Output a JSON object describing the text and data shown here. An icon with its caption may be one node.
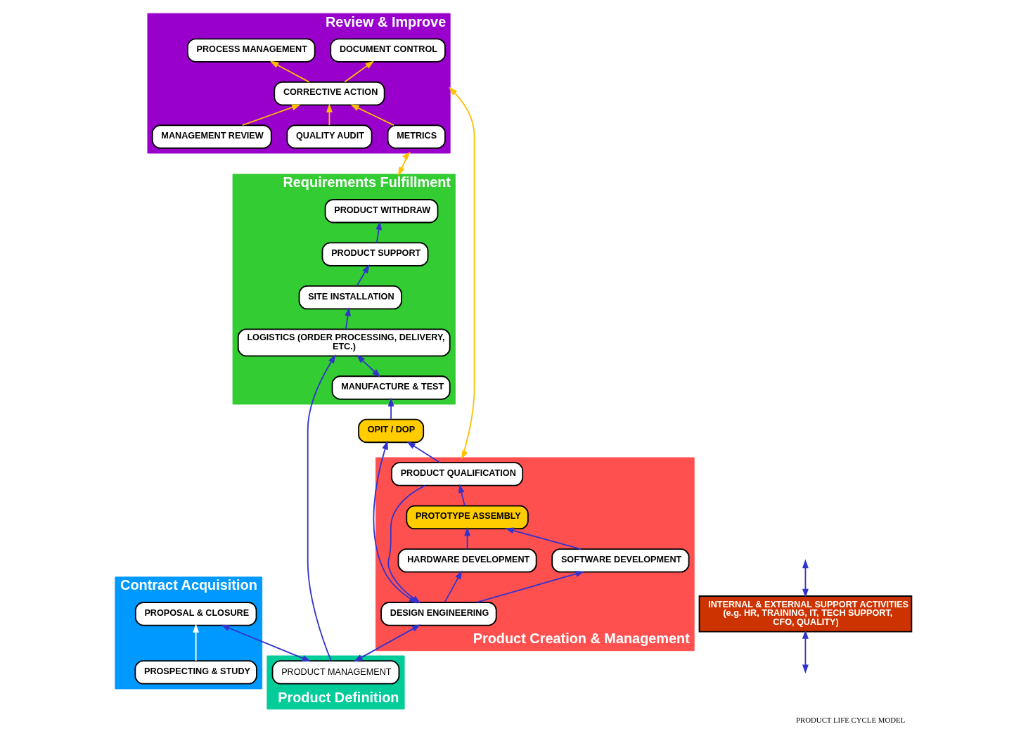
{
  "diagram": {
    "caption": "PRODUCT LIFE CYCLE MODEL",
    "nodes": [
      {
        "text": [
          "Contract Acquisition"
        ]
      },
      {
        "text": [
          "PROSPECTING & STUDY"
        ],
        "in": 0
      },
      {
        "text": [
          "PROPOSAL & CLOSURE"
        ],
        "in": 0
      },
      {
        "text": [
          "Requirements Fulfillment"
        ]
      },
      {
        "text": [
          "SITE INSTALLATION"
        ],
        "in": 3
      },
      {
        "text": [
          "PRODUCT SUPPORT"
        ],
        "in": 3
      },
      {
        "text": [
          "PRODUCT WITHDRAW"
        ],
        "in": 3
      },
      {
        "text": [
          "LOGISTICS (ORDER PROCESSING, DELIVERY, ETC.)"
        ],
        "in": 3
      },
      {
        "text": [
          "MANUFACTURE & TEST"
        ],
        "in": 3
      },
      {
        "text": [
          "OPIT / DOP"
        ]
      },
      {
        "text": [
          "Review & Improve"
        ]
      },
      {
        "text": [
          "METRICS"
        ],
        "in": 10
      },
      {
        "text": [
          "QUALITY AUDIT"
        ],
        "in": 10
      },
      {
        "text": [
          "CORRECTIVE ACTION"
        ],
        "in": 10
      },
      {
        "text": [
          "MANAGEMENT REVIEW"
        ],
        "in": 10
      },
      {
        "text": [
          "DOCUMENT CONTROL"
        ],
        "in": 10
      },
      {
        "text": [
          "PROCESS MANAGEMENT"
        ],
        "in": 10
      },
      {
        "text": [
          "Product Definition"
        ]
      },
      {
        "text": [
          "PRODUCT MANAGEMENT"
        ],
        "in": 17
      },
      {
        "text": [
          "Product Creation & Management"
        ]
      },
      {
        "text": [
          "PRODUCT QUALIFICATION"
        ],
        "in": 19
      },
      {
        "text": [
          "PROTOTYPE ASSEMBLY"
        ],
        "in": 19
      },
      {
        "text": [
          "HARDWARE DEVELOPMENT"
        ],
        "in": 19
      },
      {
        "text": [
          "SOFTWARE DEVELOPMENT"
        ],
        "in": 19
      },
      {
        "text": [
          "DESIGN ENGINEERING"
        ],
        "in": 19
      },
      {
        "text": [
          "INTERNAL & EXTERNAL SUPPORT ACTIVITIES (e.g. HR, TRAINING, IT, TECH SUPPORT, CFO, QUALITY)"
        ]
      }
    ],
    "edges": [
      {
        "from": 1,
        "to": 2,
        "arrow": "to",
        "color": "#ffffff"
      },
      {
        "from": 18,
        "to": 2,
        "arrow": "both"
      },
      {
        "from": 18,
        "to": 7,
        "arrow": "to"
      },
      {
        "from": 18,
        "to": 24,
        "arrow": "both"
      },
      {
        "from": 24,
        "to": 9,
        "arrow": "both"
      },
      {
        "from": 20,
        "to": 24,
        "arrow": "to"
      },
      {
        "from": 24,
        "to": 22,
        "arrow": "to"
      },
      {
        "from": 24,
        "to": 23,
        "arrow": "to"
      },
      {
        "from": 22,
        "to": 21,
        "arrow": "to"
      },
      {
        "from": 23,
        "to": 21,
        "arrow": "to"
      },
      {
        "from": 21,
        "to": 20,
        "arrow": "to"
      },
      {
        "from": 20,
        "to": 9,
        "arrow": "to"
      },
      {
        "from": 9,
        "to": 8,
        "arrow": "to"
      },
      {
        "from": 8,
        "to": 7,
        "arrow": "both"
      },
      {
        "from": 7,
        "to": 4,
        "arrow": "to"
      },
      {
        "from": 4,
        "to": 5,
        "arrow": "to"
      },
      {
        "from": 5,
        "to": 6,
        "arrow": "to"
      },
      {
        "from": 3,
        "to": 10,
        "arrow": "both",
        "color": "#ffc000"
      },
      {
        "from": 19,
        "to": 10,
        "arrow": "both",
        "color": "#ffc000"
      },
      {
        "from": 11,
        "to": 13,
        "arrow": "to",
        "color": "#ffc000"
      },
      {
        "from": 12,
        "to": 13,
        "arrow": "to",
        "color": "#ffc000"
      },
      {
        "from": 14,
        "to": 13,
        "arrow": "to",
        "color": "#ffc000"
      },
      {
        "from": 13,
        "to": 15,
        "arrow": "to",
        "color": "#ffc000"
      },
      {
        "from": 13,
        "to": 16,
        "arrow": "to",
        "color": "#ffc000"
      },
      {
        "from": 25,
        "to": null,
        "arrow": "both"
      },
      {
        "from": null,
        "to": 25,
        "arrow": "both"
      }
    ]
  }
}
